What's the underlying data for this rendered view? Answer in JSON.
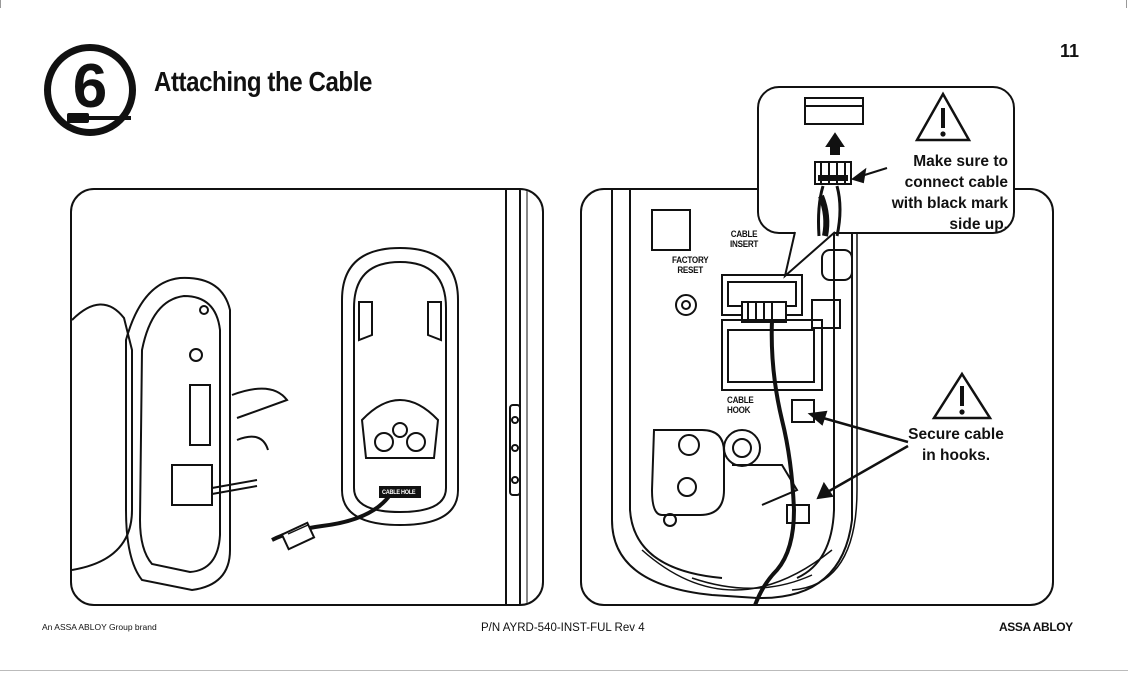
{
  "page": {
    "page_number": "11",
    "step_number": "6",
    "title": "Attaching the Cable"
  },
  "right_panel": {
    "factory_reset_label": "FACTORY\nRESET",
    "cable_insert_label": "CABLE\nINSERT",
    "cable_hook_label": "CABLE\nHOOK"
  },
  "left_panel": {
    "cable_hole_label": "CABLE HOLE"
  },
  "callout": {
    "note_lines": [
      "Make sure to",
      "connect cable",
      "with black mark",
      "side up."
    ]
  },
  "hooks_note": {
    "lines": [
      "Secure cable",
      "in hooks."
    ]
  },
  "footer": {
    "brand": "An ASSA ABLOY Group brand",
    "part_number": "P/N AYRD-540-INST-FUL Rev 4",
    "logo": "ASSA ABLOY"
  },
  "icons": [
    "screwdriver-icon",
    "warning-icon",
    "up-arrow-icon"
  ]
}
